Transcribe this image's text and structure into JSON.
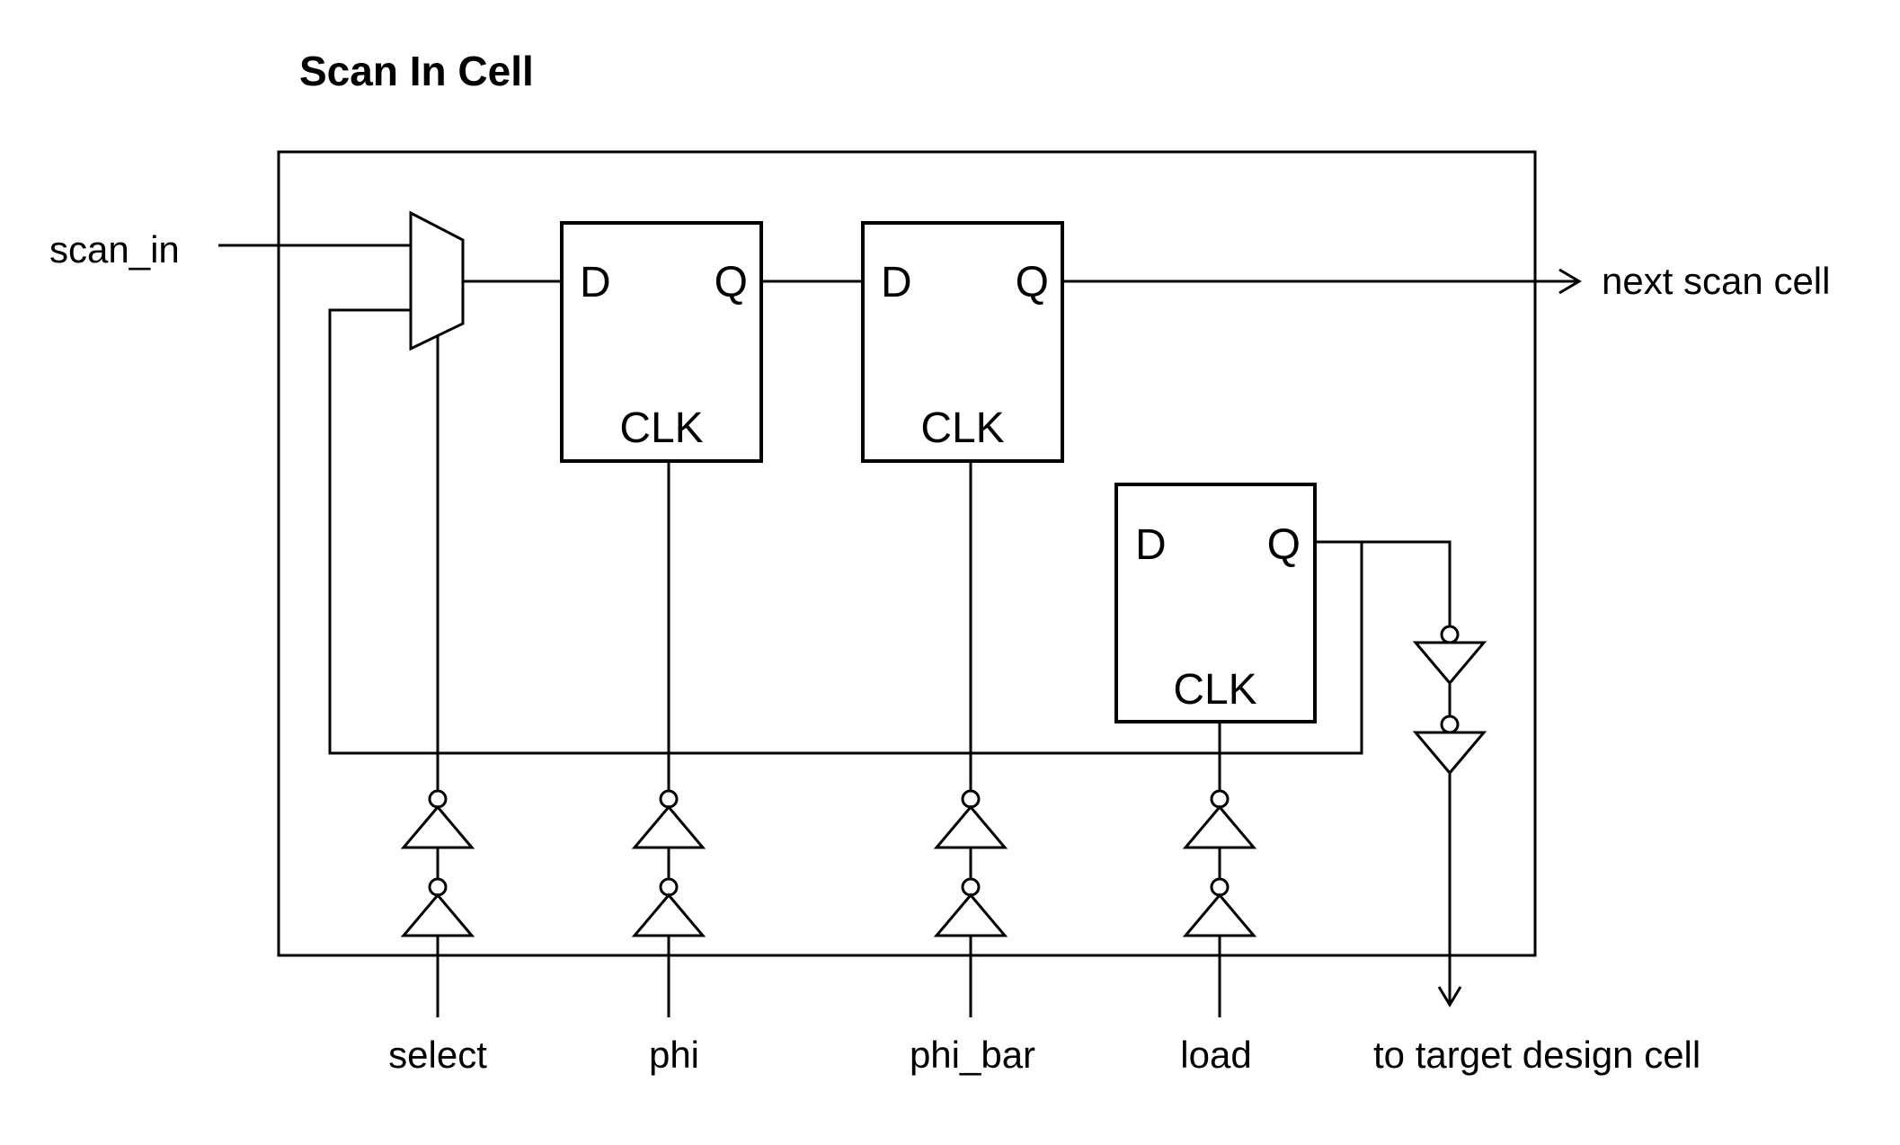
{
  "title": "Scan In Cell",
  "io": {
    "scan_in": "scan_in",
    "next_scan_cell": "next scan cell",
    "to_target_design_cell": "to target design cell"
  },
  "control_inputs": [
    {
      "label": "select"
    },
    {
      "label": "phi"
    },
    {
      "label": "phi_bar"
    },
    {
      "label": "load"
    }
  ],
  "flip_flops": [
    {
      "d_label": "D",
      "q_label": "Q",
      "clk_label": "CLK"
    },
    {
      "d_label": "D",
      "q_label": "Q",
      "clk_label": "CLK"
    },
    {
      "d_label": "D",
      "q_label": "Q",
      "clk_label": "CLK"
    }
  ],
  "colors": {
    "ink": "#000000",
    "background": "#ffffff"
  }
}
